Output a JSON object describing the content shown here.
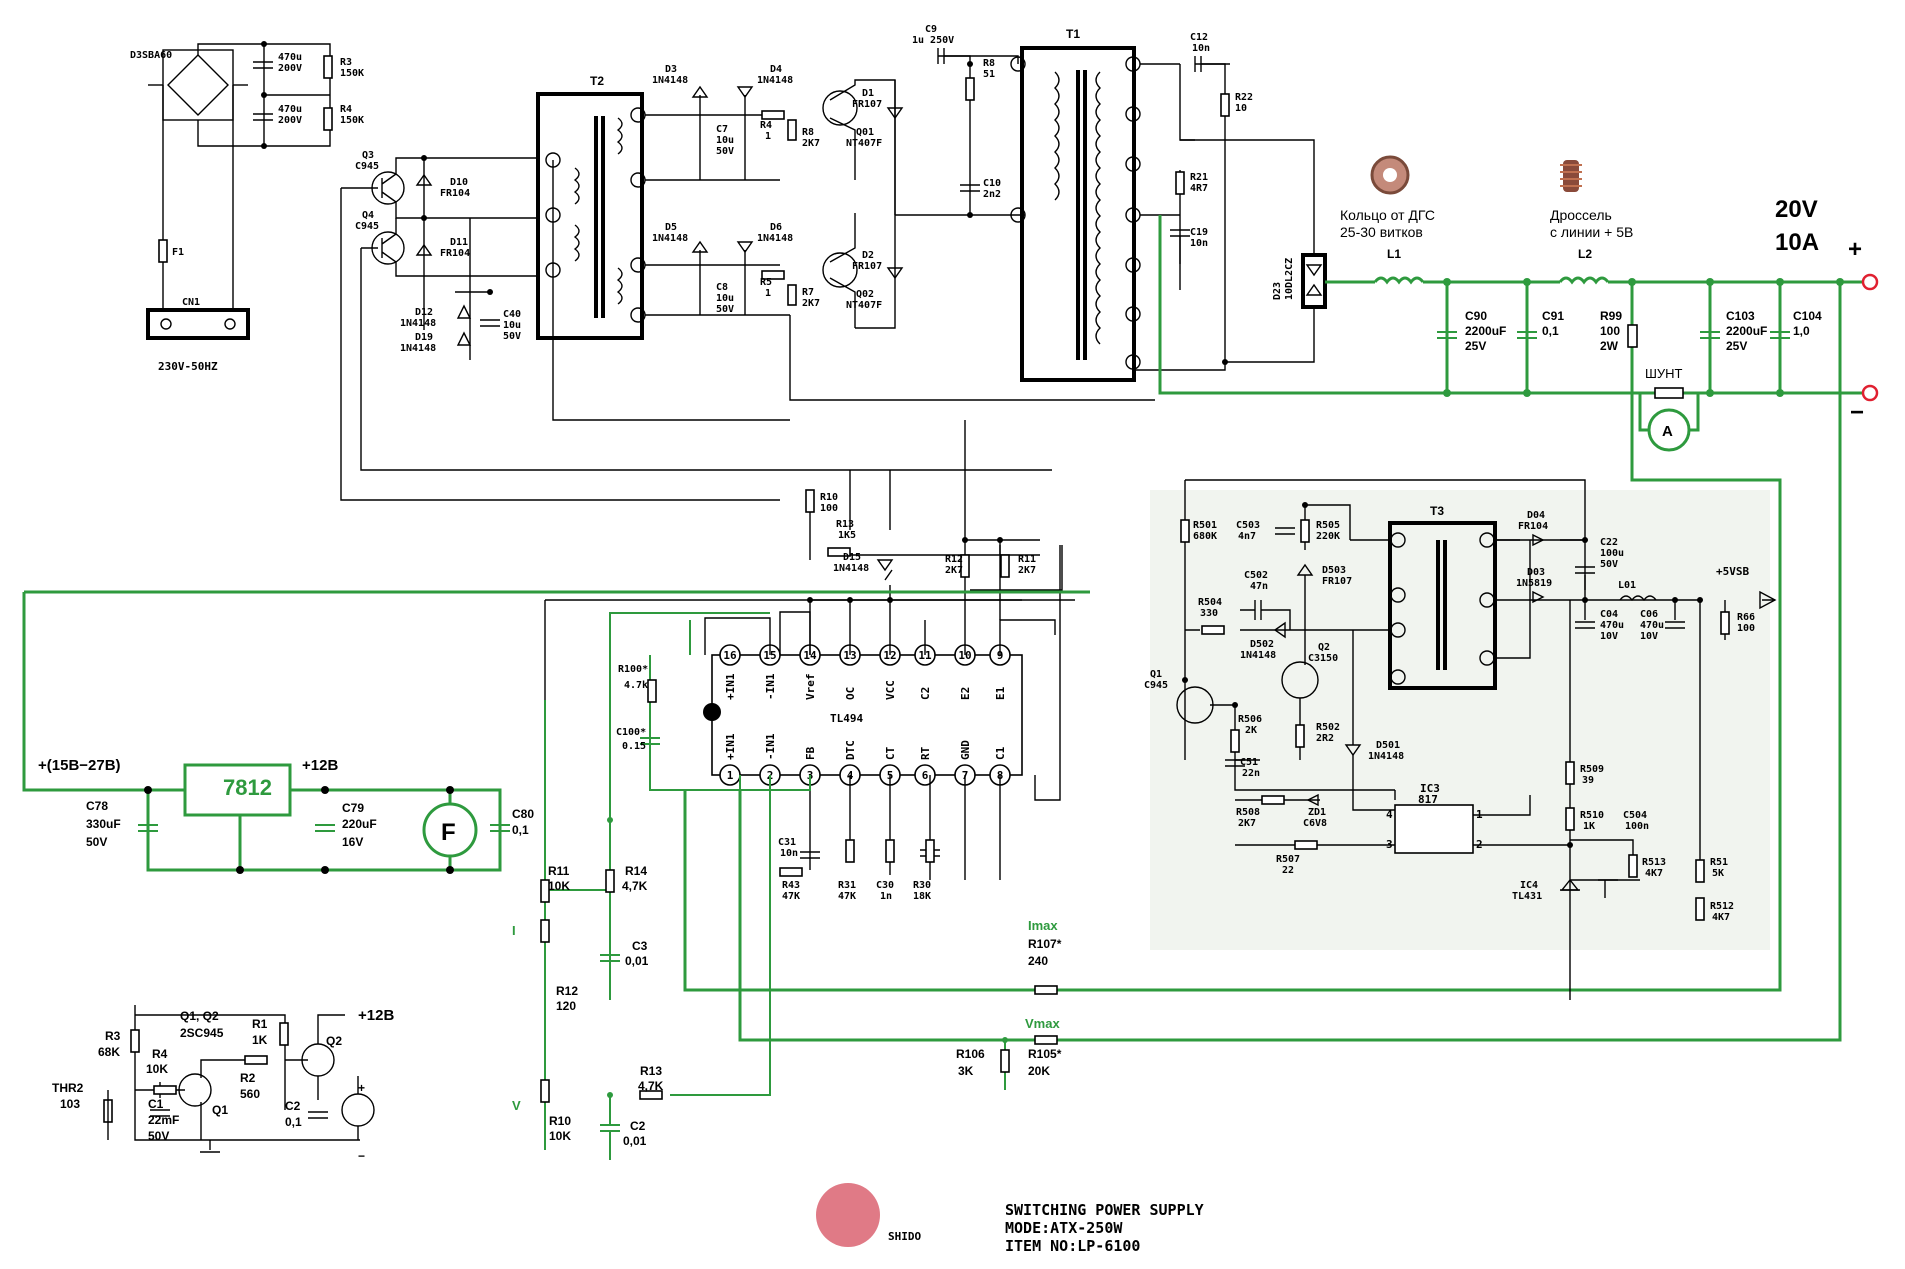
{
  "colors": {
    "wire": "#000000",
    "modified_wire": "#2e9a3e",
    "output_terminal": "#e02030",
    "logo": "#e07a86",
    "standby_panel": "#f1f4ef"
  },
  "title_block": {
    "brand": "SHIDO",
    "line1": "SWITCHING POWER SUPPLY",
    "line2": "MODE:ATX-250W",
    "line3": "ITEM NO:LP-6100"
  },
  "output": {
    "voltage": "20V",
    "current": "10A",
    "plus": "+",
    "minus": "−"
  },
  "annotations": {
    "ring_core": "Кольцо от ДГС",
    "ring_turns": "25-30 витков",
    "choke": "Дроссель",
    "choke_line": "с линии + 5В",
    "shunt": "ШУНТ",
    "ammeter": "A",
    "fan_supply": "+(15В−27В)",
    "fan_12v": "+12В",
    "fan_letter": "F",
    "fan2_12v": "+12В",
    "plus5vsb": "+5VSB",
    "imax": "Imax",
    "vmax": "Vmax",
    "knob_i": "I",
    "knob_v": "V",
    "mains": "230V-50HZ"
  },
  "ics": {
    "tl494": {
      "name": "TL494",
      "top_pins": [
        "16",
        "15",
        "14",
        "13",
        "12",
        "11",
        "10",
        "9"
      ],
      "top_names": [
        "+IN1",
        "-IN1",
        "Vref",
        "OC",
        "VCC",
        "C2",
        "E2",
        "E1"
      ],
      "bottom_pins": [
        "1",
        "2",
        "3",
        "4",
        "5",
        "6",
        "7",
        "8"
      ],
      "bottom_names": [
        "+IN1",
        "-IN1",
        "FB",
        "DTC",
        "CT",
        "RT",
        "GND",
        "C1"
      ]
    },
    "reg7812": "7812",
    "ic3": {
      "name": "IC3",
      "part": "817",
      "pins": [
        "4",
        "1",
        "3",
        "2"
      ]
    },
    "ic4": {
      "name": "IC4",
      "part": "TL431"
    }
  },
  "labels": [
    {
      "id": "d3sba60",
      "text": "D3SBA60"
    },
    {
      "id": "c_470a",
      "text": "470u"
    },
    {
      "id": "c_470a_v",
      "text": "200V"
    },
    {
      "id": "r3",
      "text": "R3"
    },
    {
      "id": "r3v",
      "text": "150K"
    },
    {
      "id": "c_470b",
      "text": "470u"
    },
    {
      "id": "c_470b_v",
      "text": "200V"
    },
    {
      "id": "r4",
      "text": "R4"
    },
    {
      "id": "r4v",
      "text": "150K"
    },
    {
      "id": "f1",
      "text": "F1"
    },
    {
      "id": "cn1",
      "text": "CN1"
    },
    {
      "id": "t2",
      "text": "T2"
    },
    {
      "id": "t1",
      "text": "T1"
    },
    {
      "id": "t3",
      "text": "T3"
    },
    {
      "id": "c9",
      "text": "C9"
    },
    {
      "id": "c9v",
      "text": "1u 250V"
    },
    {
      "id": "c12",
      "text": "C12"
    },
    {
      "id": "c12v",
      "text": "10n"
    },
    {
      "id": "r22",
      "text": "R22"
    },
    {
      "id": "r22v",
      "text": "10"
    },
    {
      "id": "r21",
      "text": "R21"
    },
    {
      "id": "r21v",
      "text": "4R7"
    },
    {
      "id": "c19",
      "text": "C19"
    },
    {
      "id": "c19v",
      "text": "10n"
    },
    {
      "id": "r8a",
      "text": "R8"
    },
    {
      "id": "r8av",
      "text": "51"
    },
    {
      "id": "c10",
      "text": "C10"
    },
    {
      "id": "c10v",
      "text": "2n2"
    },
    {
      "id": "d3",
      "text": "D3"
    },
    {
      "id": "d3v",
      "text": "1N4148"
    },
    {
      "id": "d4",
      "text": "D4"
    },
    {
      "id": "d4v",
      "text": "1N4148"
    },
    {
      "id": "c7",
      "text": "C7"
    },
    {
      "id": "c7v",
      "text": "10u"
    },
    {
      "id": "c7v2",
      "text": "50V"
    },
    {
      "id": "r4b",
      "text": "R4"
    },
    {
      "id": "r4bv",
      "text": "1"
    },
    {
      "id": "r8b",
      "text": "R8"
    },
    {
      "id": "r8bv",
      "text": "2K7"
    },
    {
      "id": "d1",
      "text": "D1"
    },
    {
      "id": "d1v",
      "text": "FR107"
    },
    {
      "id": "q01",
      "text": "Q01"
    },
    {
      "id": "q01v",
      "text": "NT407F"
    },
    {
      "id": "d5",
      "text": "D5"
    },
    {
      "id": "d5v",
      "text": "1N4148"
    },
    {
      "id": "d6",
      "text": "D6"
    },
    {
      "id": "d6v",
      "text": "1N4148"
    },
    {
      "id": "c8",
      "text": "C8"
    },
    {
      "id": "c8v",
      "text": "10u"
    },
    {
      "id": "c8v2",
      "text": "50V"
    },
    {
      "id": "r5",
      "text": "R5"
    },
    {
      "id": "r5v",
      "text": "1"
    },
    {
      "id": "r7",
      "text": "R7"
    },
    {
      "id": "r7v",
      "text": "2K7"
    },
    {
      "id": "d2",
      "text": "D2"
    },
    {
      "id": "d2v",
      "text": "FR107"
    },
    {
      "id": "q02",
      "text": "Q02"
    },
    {
      "id": "q02v",
      "text": "NT407F"
    },
    {
      "id": "q3",
      "text": "Q3"
    },
    {
      "id": "q3v",
      "text": "C945"
    },
    {
      "id": "q4",
      "text": "Q4"
    },
    {
      "id": "q4v",
      "text": "C945"
    },
    {
      "id": "d10",
      "text": "D10"
    },
    {
      "id": "d10v",
      "text": "FR104"
    },
    {
      "id": "d11",
      "text": "D11"
    },
    {
      "id": "d11v",
      "text": "FR104"
    },
    {
      "id": "d12",
      "text": "D12"
    },
    {
      "id": "d12v",
      "text": "1N4148"
    },
    {
      "id": "d19",
      "text": "D19"
    },
    {
      "id": "d19v",
      "text": "1N4148"
    },
    {
      "id": "c40",
      "text": "C40"
    },
    {
      "id": "c40v",
      "text": "10u"
    },
    {
      "id": "c40v2",
      "text": "50V"
    },
    {
      "id": "d23",
      "text": "D23"
    },
    {
      "id": "d23v",
      "text": "10DL2CZ"
    },
    {
      "id": "l1",
      "text": "L1"
    },
    {
      "id": "l2",
      "text": "L2"
    },
    {
      "id": "c90",
      "text": "C90"
    },
    {
      "id": "c90v",
      "text": "2200uF"
    },
    {
      "id": "c90v2",
      "text": "25V"
    },
    {
      "id": "c91",
      "text": "C91"
    },
    {
      "id": "c91v",
      "text": "0,1"
    },
    {
      "id": "r99",
      "text": "R99"
    },
    {
      "id": "r99v",
      "text": "100"
    },
    {
      "id": "r99v2",
      "text": "2W"
    },
    {
      "id": "c103",
      "text": "C103"
    },
    {
      "id": "c103v",
      "text": "2200uF"
    },
    {
      "id": "c103v2",
      "text": "25V"
    },
    {
      "id": "c104",
      "text": "C104"
    },
    {
      "id": "c104v",
      "text": "1,0"
    },
    {
      "id": "r10",
      "text": "R10"
    },
    {
      "id": "r10v",
      "text": "100"
    },
    {
      "id": "r13a",
      "text": "R13"
    },
    {
      "id": "r13av",
      "text": "1K5"
    },
    {
      "id": "d15",
      "text": "D15"
    },
    {
      "id": "d15v",
      "text": "1N4148"
    },
    {
      "id": "r12a",
      "text": "R12"
    },
    {
      "id": "r12av",
      "text": "2K7"
    },
    {
      "id": "r11a",
      "text": "R11"
    },
    {
      "id": "r11av",
      "text": "2K7"
    },
    {
      "id": "r100",
      "text": "R100*"
    },
    {
      "id": "r100v",
      "text": "4.7k"
    },
    {
      "id": "c100",
      "text": "C100*"
    },
    {
      "id": "c100v",
      "text": "0.15"
    },
    {
      "id": "c31",
      "text": "C31"
    },
    {
      "id": "c31v",
      "text": "10n"
    },
    {
      "id": "r43",
      "text": "R43"
    },
    {
      "id": "r43v",
      "text": "47K"
    },
    {
      "id": "r31",
      "text": "R31"
    },
    {
      "id": "r31v",
      "text": "47K"
    },
    {
      "id": "c30",
      "text": "C30"
    },
    {
      "id": "c30v",
      "text": "1n"
    },
    {
      "id": "r30",
      "text": "R30"
    },
    {
      "id": "r30v",
      "text": "18K"
    },
    {
      "id": "c78",
      "text": "C78"
    },
    {
      "id": "c78v",
      "text": "330uF"
    },
    {
      "id": "c78v2",
      "text": "50V"
    },
    {
      "id": "c79",
      "text": "C79"
    },
    {
      "id": "c79v",
      "text": "220uF"
    },
    {
      "id": "c79v2",
      "text": "16V"
    },
    {
      "id": "c80",
      "text": "C80"
    },
    {
      "id": "c80v",
      "text": "0,1"
    },
    {
      "id": "r11b",
      "text": "R11"
    },
    {
      "id": "r11bv",
      "text": "10K"
    },
    {
      "id": "r12b",
      "text": "R12"
    },
    {
      "id": "r12bv",
      "text": "120"
    },
    {
      "id": "r14",
      "text": "R14"
    },
    {
      "id": "r14v",
      "text": "4,7K"
    },
    {
      "id": "c3",
      "text": "C3"
    },
    {
      "id": "c3v",
      "text": "0,01"
    },
    {
      "id": "r107",
      "text": "R107*"
    },
    {
      "id": "r107v",
      "text": "240"
    },
    {
      "id": "r106",
      "text": "R106"
    },
    {
      "id": "r106v",
      "text": "3K"
    },
    {
      "id": "r105",
      "text": "R105*"
    },
    {
      "id": "r105v",
      "text": "20K"
    },
    {
      "id": "r13b",
      "text": "R13"
    },
    {
      "id": "r13bv",
      "text": "4,7K"
    },
    {
      "id": "r10b",
      "text": "R10"
    },
    {
      "id": "r10bv",
      "text": "10K"
    },
    {
      "id": "c2b",
      "text": "C2"
    },
    {
      "id": "c2bv",
      "text": "0,01"
    },
    {
      "id": "r501",
      "text": "R501"
    },
    {
      "id": "r501v",
      "text": "680K"
    },
    {
      "id": "c503",
      "text": "C503"
    },
    {
      "id": "c503v",
      "text": "4n7"
    },
    {
      "id": "r505",
      "text": "R505"
    },
    {
      "id": "r505v",
      "text": "220K"
    },
    {
      "id": "d503",
      "text": "D503"
    },
    {
      "id": "d503v",
      "text": "FR107"
    },
    {
      "id": "c502",
      "text": "C502"
    },
    {
      "id": "c502v",
      "text": "47n"
    },
    {
      "id": "r504",
      "text": "R504"
    },
    {
      "id": "r504v",
      "text": "330"
    },
    {
      "id": "d502",
      "text": "D502"
    },
    {
      "id": "d502v",
      "text": "1N4148"
    },
    {
      "id": "q2b",
      "text": "Q2"
    },
    {
      "id": "q2bv",
      "text": "C3150"
    },
    {
      "id": "q1b",
      "text": "Q1"
    },
    {
      "id": "q1bv",
      "text": "C945"
    },
    {
      "id": "r506",
      "text": "R506"
    },
    {
      "id": "r506v",
      "text": "2K"
    },
    {
      "id": "c51",
      "text": "C51"
    },
    {
      "id": "c51v",
      "text": "22n"
    },
    {
      "id": "r502",
      "text": "R502"
    },
    {
      "id": "r502v",
      "text": "2R2"
    },
    {
      "id": "d501",
      "text": "D501"
    },
    {
      "id": "d501v",
      "text": "1N4148"
    },
    {
      "id": "r508",
      "text": "R508"
    },
    {
      "id": "r508v",
      "text": "2K7"
    },
    {
      "id": "zd1",
      "text": "ZD1"
    },
    {
      "id": "zd1v",
      "text": "C6V8"
    },
    {
      "id": "r507",
      "text": "R507"
    },
    {
      "id": "r507v",
      "text": "22"
    },
    {
      "id": "d04",
      "text": "D04"
    },
    {
      "id": "d04v",
      "text": "FR104"
    },
    {
      "id": "c22",
      "text": "C22"
    },
    {
      "id": "c22v",
      "text": "100u"
    },
    {
      "id": "c22v2",
      "text": "50V"
    },
    {
      "id": "d03",
      "text": "D03"
    },
    {
      "id": "d03v",
      "text": "1N5819"
    },
    {
      "id": "l01",
      "text": "L01"
    },
    {
      "id": "c04",
      "text": "C04"
    },
    {
      "id": "c04v",
      "text": "470u"
    },
    {
      "id": "c04v2",
      "text": "10V"
    },
    {
      "id": "c06",
      "text": "C06"
    },
    {
      "id": "c06v",
      "text": "470u"
    },
    {
      "id": "c06v2",
      "text": "10V"
    },
    {
      "id": "r66",
      "text": "R66"
    },
    {
      "id": "r66v",
      "text": "100"
    },
    {
      "id": "r509",
      "text": "R509"
    },
    {
      "id": "r509v",
      "text": "39"
    },
    {
      "id": "r510",
      "text": "R510"
    },
    {
      "id": "r510v",
      "text": "1K"
    },
    {
      "id": "c504",
      "text": "C504"
    },
    {
      "id": "c504v",
      "text": "100n"
    },
    {
      "id": "r513",
      "text": "R513"
    },
    {
      "id": "r513v",
      "text": "4K7"
    },
    {
      "id": "r51",
      "text": "R51"
    },
    {
      "id": "r51v",
      "text": "5K"
    },
    {
      "id": "r512",
      "text": "R512"
    },
    {
      "id": "r512v",
      "text": "4K7"
    },
    {
      "id": "f_r3",
      "text": "R3"
    },
    {
      "id": "f_r3v",
      "text": "68K"
    },
    {
      "id": "f_q",
      "text": "Q1, Q2"
    },
    {
      "id": "f_qv",
      "text": "2SC945"
    },
    {
      "id": "f_r1",
      "text": "R1"
    },
    {
      "id": "f_r1v",
      "text": "1K"
    },
    {
      "id": "f_r4",
      "text": "R4"
    },
    {
      "id": "f_r4v",
      "text": "10K"
    },
    {
      "id": "f_r2",
      "text": "R2"
    },
    {
      "id": "f_r2v",
      "text": "560"
    },
    {
      "id": "f_thr",
      "text": "THR2"
    },
    {
      "id": "f_thrv",
      "text": "103"
    },
    {
      "id": "f_c1",
      "text": "C1"
    },
    {
      "id": "f_c1v",
      "text": "22mF"
    },
    {
      "id": "f_c1v2",
      "text": "50V"
    },
    {
      "id": "f_q1",
      "text": "Q1"
    },
    {
      "id": "f_q2",
      "text": "Q2"
    },
    {
      "id": "f_c2",
      "text": "C2"
    },
    {
      "id": "f_c2v",
      "text": "0,1"
    },
    {
      "id": "f_plus",
      "text": "+"
    },
    {
      "id": "f_minus",
      "text": "−"
    }
  ]
}
